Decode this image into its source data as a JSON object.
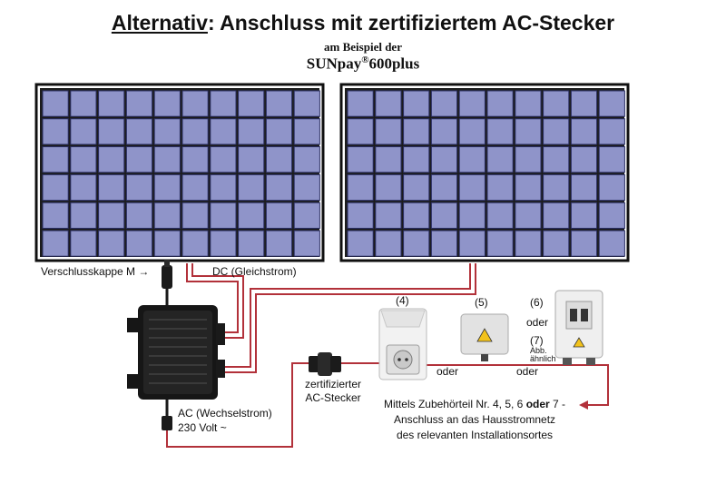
{
  "title": {
    "prefix": "Alternativ",
    "rest": ": Anschluss mit zertifiziertem AC-Stecker",
    "subtitle": "am Beispiel der",
    "product": "SUNpay",
    "product_reg": "®",
    "product_suffix": "600plus"
  },
  "labels": {
    "cap": "Verschlusskappe M →",
    "dc": "DC (Gleichstrom)",
    "ac_line1": "AC (Wechselstrom)",
    "ac_line2": "230 Volt ~",
    "plug_line1": "zertifizierter",
    "plug_line2": "AC-Stecker",
    "n4": "(4)",
    "n5": "(5)",
    "n6": "(6)",
    "n7": "(7)",
    "oder_a": "oder",
    "oder_b": "oder",
    "oder_c": "oder",
    "abb1": "Abb.",
    "abb2": "ähnlich",
    "caption1_pre": "Mittels Zubehörteil Nr. 4, 5, 6 ",
    "caption1_bold": "oder",
    "caption1_post": " 7 -",
    "caption2": "Anschluss an das Hausstromnetz",
    "caption3": "des relevanten Installationsortes"
  },
  "colors": {
    "cable": "#b2313a",
    "panel_frame": "#101010",
    "cell": "#8f94c9",
    "cell_border": "#2b2f63"
  }
}
